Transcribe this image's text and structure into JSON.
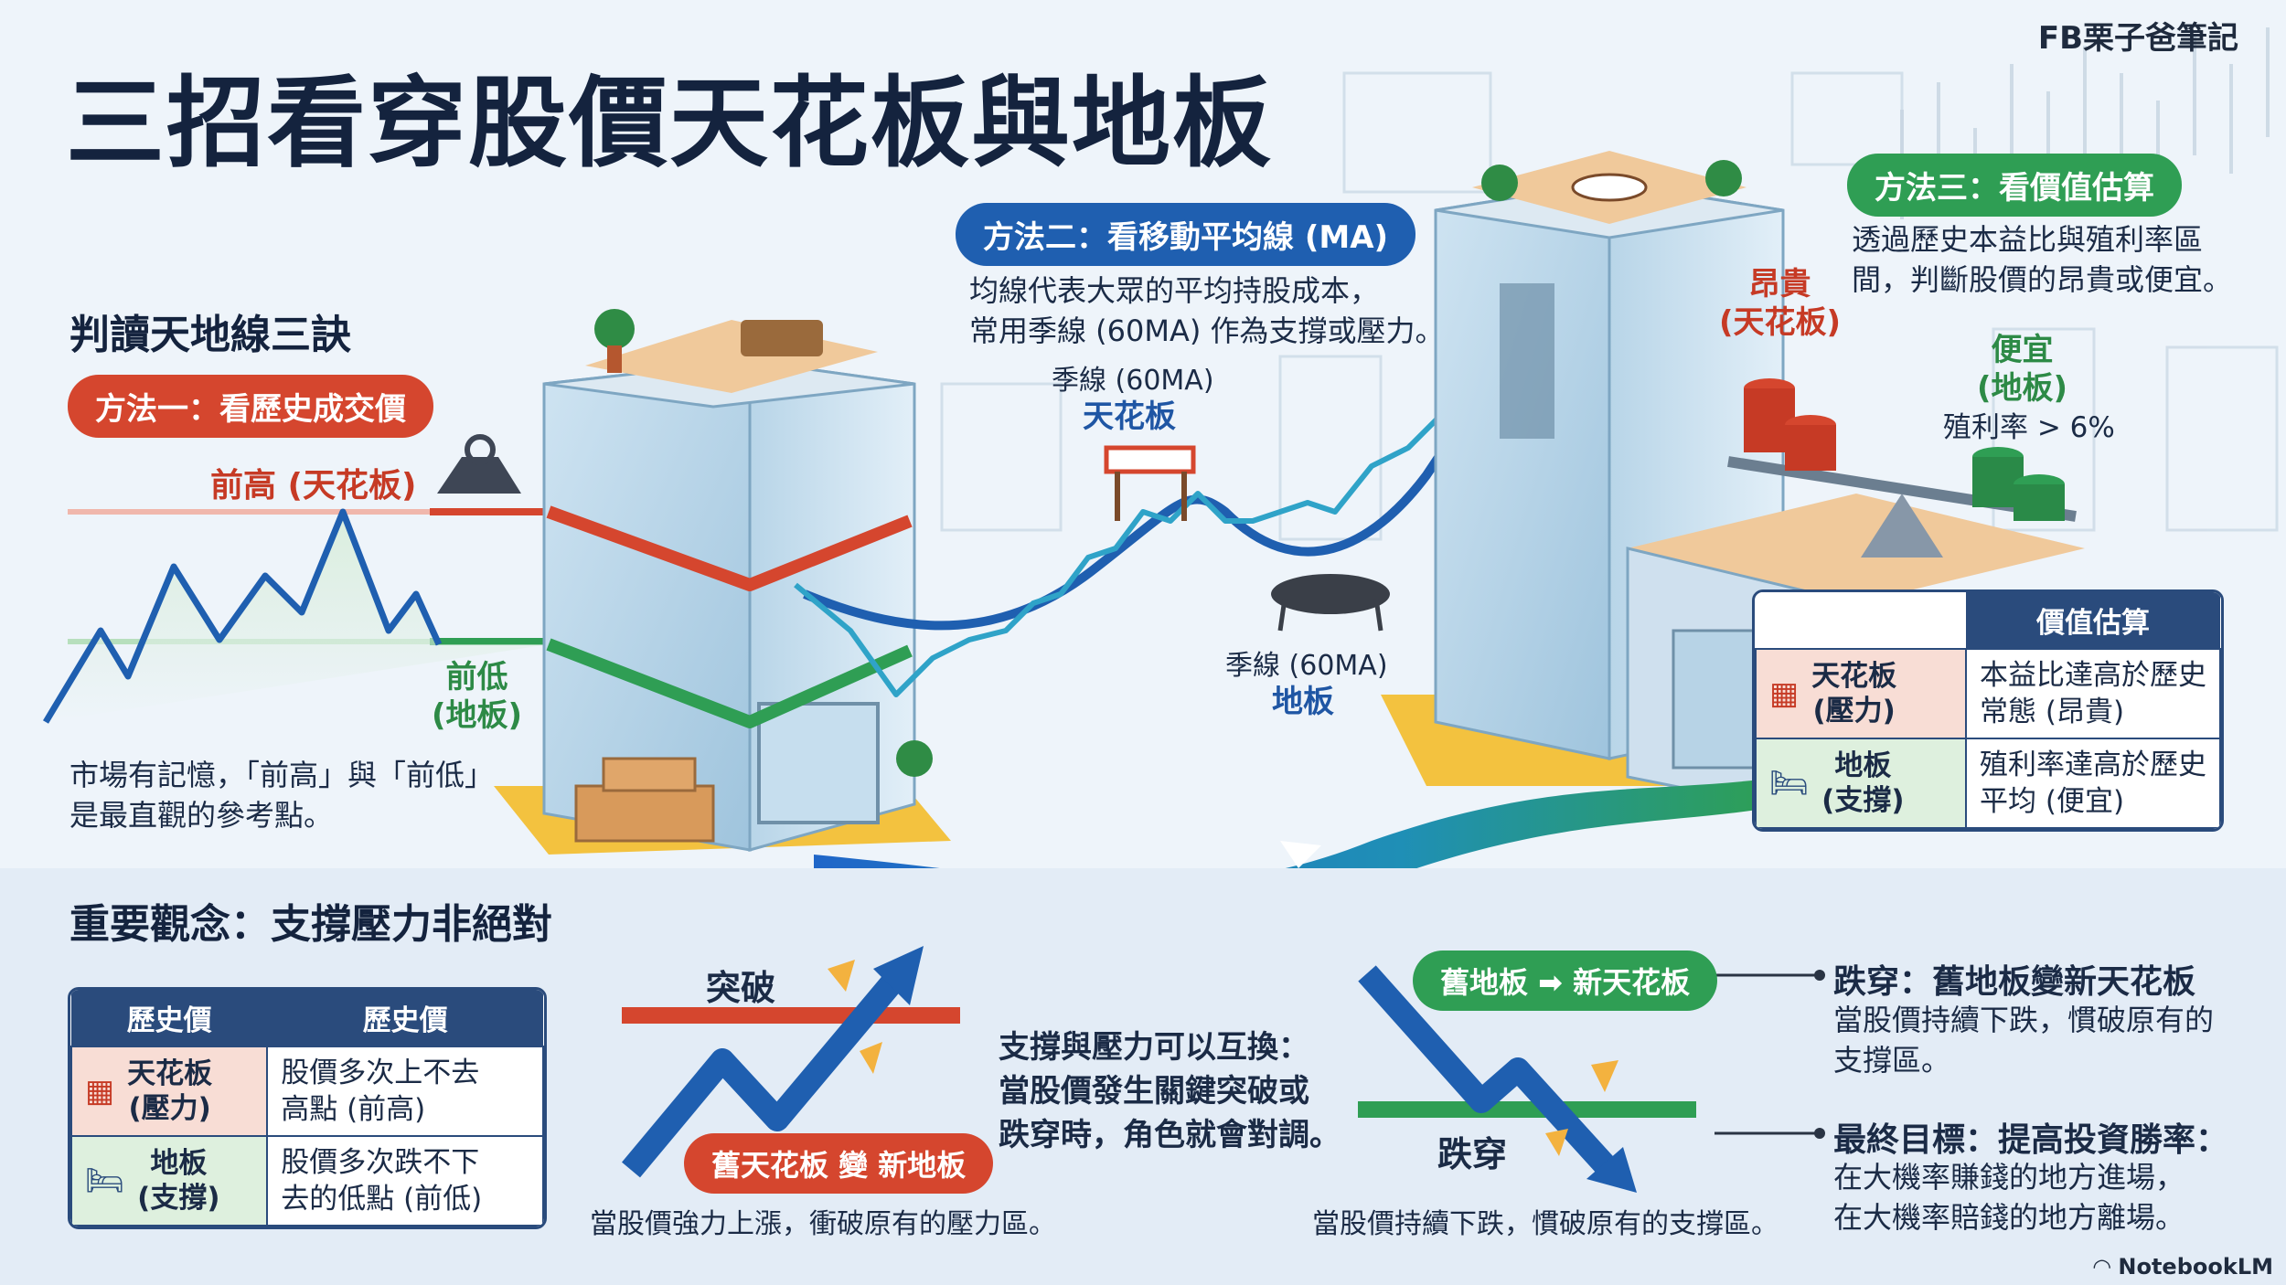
{
  "brand": "FB栗子爸筆記",
  "title": "三招看穿股價天花板與地板",
  "section1": {
    "heading": "判讀天地線三訣",
    "method1_label": "方法一：看歷史成交價",
    "prev_high": "前高 (天花板)",
    "prev_low": "前低\n(地板)",
    "desc": "市場有記憶，「前高」與「前低」\n是最直觀的參考點。"
  },
  "method2": {
    "label": "方法二：看移動平均線 (MA)",
    "desc": "均線代表大眾的平均持股成本，\n常用季線 (60MA) 作為支撐或壓力。",
    "ceiling_line1": "季線 (60MA)",
    "ceiling_line2": "天花板",
    "floor_line1": "季線 (60MA)",
    "floor_line2": "地板"
  },
  "method3": {
    "label": "方法三：看價值估算",
    "desc": "透過歷史本益比與殖利率區\n間，判斷股價的昂貴或便宜。",
    "expensive": "昂貴\n(天花板)",
    "cheap": "便宜\n(地板)",
    "yield": "殖利率 > 6%",
    "table": {
      "header": "價值估算",
      "rows": [
        {
          "label": "天花板\n(壓力)",
          "text": "本益比達高於歷史\n常態 (昂貴)"
        },
        {
          "label": "地板\n(支撐)",
          "text": "殖利率達高於歷史\n平均 (便宜)"
        }
      ]
    }
  },
  "concept": {
    "heading": "重要觀念：支撐壓力非絕對",
    "table": {
      "headers": [
        "歷史價",
        "歷史價"
      ],
      "rows": [
        {
          "label": "天花板\n(壓力)",
          "text": "股價多次上不去\n高點 (前高)"
        },
        {
          "label": "地板\n(支撐)",
          "text": "股價多次跌不下\n去的低點 (前低)"
        }
      ]
    },
    "breakout": "突破",
    "old_ceiling_new_floor": "舊天花板 變 新地板",
    "breakout_caption": "當股價強力上漲，衝破原有的壓力區。",
    "swap_text": "支撐與壓力可以互換：\n當股價發生關鍵突破或\n跌穿時，角色就會對調。",
    "old_floor_new_ceiling": "舊地板 ➡ 新天花板",
    "breakdown": "跌穿",
    "breakdown_caption": "當股價持續下跌，慣破原有的支撐區。",
    "breakdown_title": "跌穿：舊地板變新天花板",
    "breakdown_desc": "當股價持續下跌，慣破原有的\n支撐區。",
    "goal_title": "最終目標：提高投資勝率：",
    "goal_desc": "在大機率賺錢的地方進場，\n在大機率賠錢的地方離場。"
  },
  "footer": "NotebookLM",
  "colors": {
    "red": "#d5462e",
    "blue": "#1f5fb0",
    "green": "#2f9e54",
    "navy": "#2a4b7c"
  }
}
